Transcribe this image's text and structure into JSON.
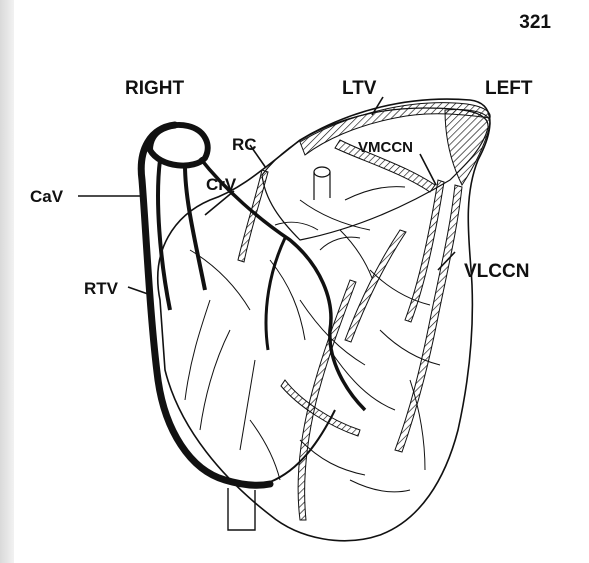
{
  "page_number": "321",
  "orientation": {
    "right_label": "RIGHT",
    "left_label": "LEFT"
  },
  "labels": {
    "ltv": "LTV",
    "rc": "RC",
    "vmccn": "VMCCN",
    "cav": "CaV",
    "crv": "CrV",
    "vlccn": "VLCCN",
    "rtv": "RTV"
  },
  "colors": {
    "ink": "#111111",
    "paper": "#ffffff"
  }
}
